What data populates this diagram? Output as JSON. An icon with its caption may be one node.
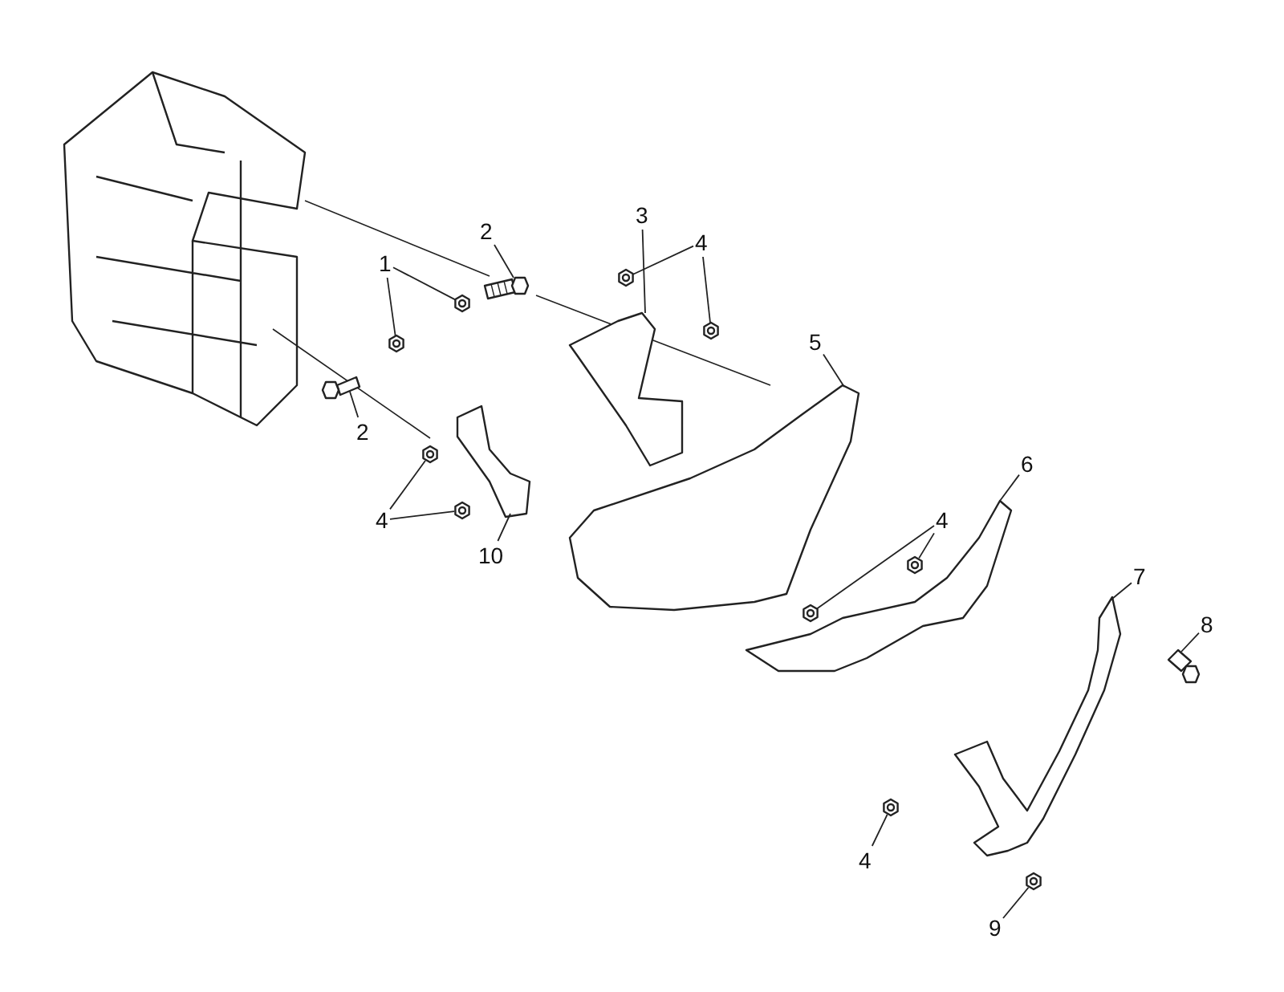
{
  "diagram": {
    "nodes": [
      {
        "text": [
          "2"
        ]
      },
      {
        "text": [
          "3"
        ]
      },
      {
        "text": [
          "4"
        ]
      },
      {
        "text": [
          "1"
        ]
      },
      {
        "text": [
          "2"
        ]
      },
      {
        "text": [
          "4"
        ]
      },
      {
        "text": [
          "10"
        ]
      },
      {
        "text": [
          "5"
        ]
      },
      {
        "text": [
          "6"
        ]
      },
      {
        "text": [
          "4"
        ]
      },
      {
        "text": [
          "7"
        ]
      },
      {
        "text": [
          "8"
        ]
      },
      {
        "text": [
          "4"
        ]
      },
      {
        "text": [
          "9"
        ]
      },
      {
        "text": [],
        "shape": "picture"
      },
      {
        "text": [],
        "shape": "picture"
      },
      {
        "text": [],
        "shape": "picture"
      },
      {
        "text": [],
        "shape": "picture"
      },
      {
        "text": [],
        "shape": "picture"
      },
      {
        "text": [],
        "shape": "picture"
      },
      {
        "text": [],
        "shape": "picture"
      },
      {
        "text": [],
        "shape": "picture"
      },
      {
        "text": [],
        "shape": "picture"
      },
      {
        "text": [],
        "shape": "picture"
      },
      {
        "text": [],
        "shape": "picture"
      },
      {
        "text": [],
        "shape": "picture"
      },
      {
        "text": [],
        "shape": "picture"
      },
      {
        "text": [],
        "shape": "picture"
      },
      {
        "text": [],
        "shape": "picture"
      },
      {
        "text": [],
        "shape": "picture"
      },
      {
        "text": [],
        "shape": "picture"
      },
      {
        "text": [],
        "shape": "picture"
      }
    ],
    "edges": [
      {
        "from": 0,
        "to": 14,
        "arrow": "none"
      },
      {
        "from": 1,
        "to": 15,
        "arrow": "none"
      },
      {
        "from": 2,
        "to": 16,
        "arrow": "none"
      },
      {
        "from": 2,
        "to": 17,
        "arrow": "none"
      },
      {
        "from": 3,
        "to": 18,
        "arrow": "none"
      },
      {
        "from": 3,
        "to": 19,
        "arrow": "none"
      },
      {
        "from": 4,
        "to": 20,
        "arrow": "none"
      },
      {
        "from": 5,
        "to": 21,
        "arrow": "none"
      },
      {
        "from": 5,
        "to": 22,
        "arrow": "none"
      },
      {
        "from": 6,
        "to": 23,
        "arrow": "none"
      },
      {
        "from": 7,
        "to": 24,
        "arrow": "none"
      },
      {
        "from": 8,
        "to": 25,
        "arrow": "none"
      },
      {
        "from": 9,
        "to": 26,
        "arrow": "none"
      },
      {
        "from": 9,
        "to": 27,
        "arrow": "none"
      },
      {
        "from": 10,
        "to": 28,
        "arrow": "none"
      },
      {
        "from": 11,
        "to": 29,
        "arrow": "none"
      },
      {
        "from": 12,
        "to": 30,
        "arrow": "none"
      },
      {
        "from": 13,
        "to": 31,
        "arrow": "none"
      }
    ]
  }
}
